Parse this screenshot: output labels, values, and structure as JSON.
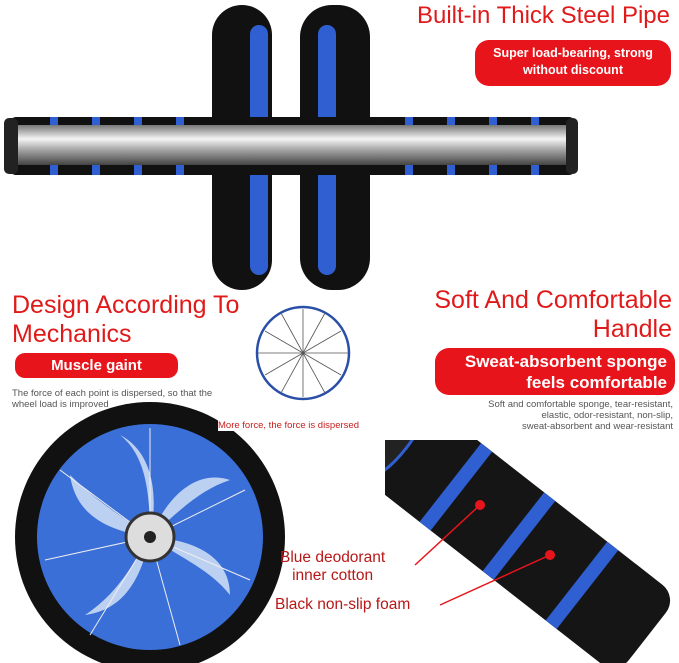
{
  "top": {
    "title": "Built-in Thick Steel Pipe",
    "badge_line1": "Super load-bearing, strong",
    "badge_line2": "without discount"
  },
  "left": {
    "title_line1": "Design According To",
    "title_line2": "Mechanics",
    "badge": "Muscle gaint",
    "note_line1": "The force of each point is dispersed, so that the",
    "note_line2": "wheel load is improved",
    "spoke_caption": "More force, the force is dispersed"
  },
  "right": {
    "title_line1": "Soft And Comfortable",
    "title_line2": "Handle",
    "badge_line1": "Sweat-absorbent sponge",
    "badge_line2": "feels comfortable",
    "note_line1": "Soft and comfortable sponge, tear-resistant,",
    "note_line2": "elastic, odor-resistant, non-slip,",
    "note_line3": "sweat-absorbent and wear-resistant"
  },
  "callouts": {
    "cotton_line1": "Blue deodorant",
    "cotton_line2": "inner cotton",
    "foam": "Black non-slip foam"
  },
  "colors": {
    "accent": "#e8141b",
    "blue": "#2f5fd0",
    "black": "#111111"
  }
}
